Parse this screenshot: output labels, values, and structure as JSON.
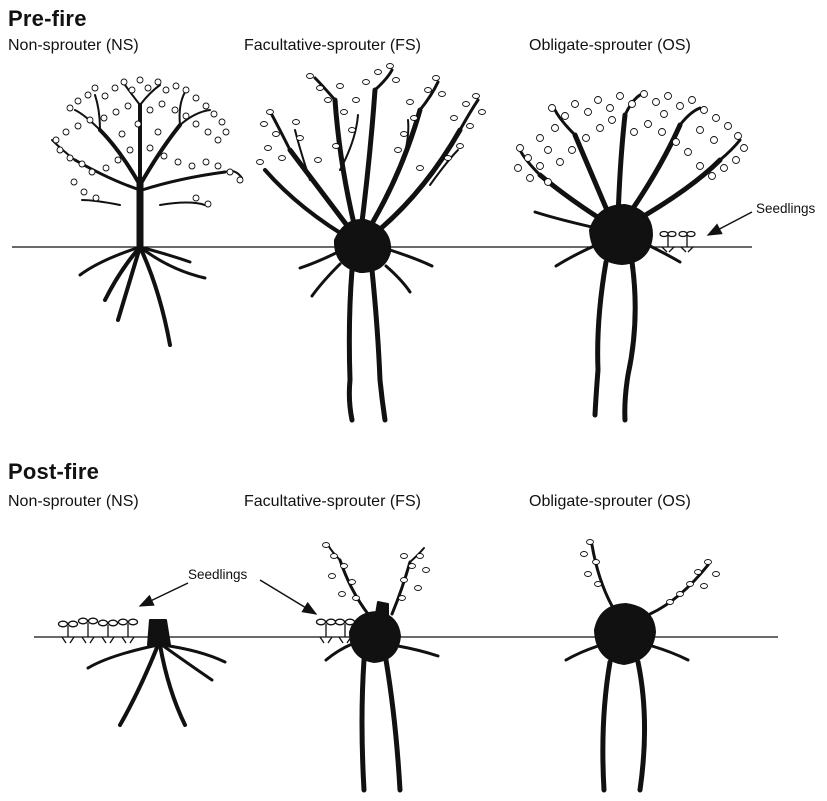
{
  "prefire": {
    "title": "Pre-fire",
    "labels": [
      "Non-sprouter (NS)",
      "Facultative-sprouter (FS)",
      "Obligate-sprouter (OS)"
    ],
    "seedlings_label": "Seedlings"
  },
  "postfire": {
    "title": "Post-fire",
    "labels": [
      "Non-sprouter (NS)",
      "Facultative-sprouter (FS)",
      "Obligate-sprouter (OS)"
    ],
    "seedlings_label": "Seedlings"
  },
  "colors": {
    "ink": "#111111",
    "foliage": "#ffffff"
  }
}
